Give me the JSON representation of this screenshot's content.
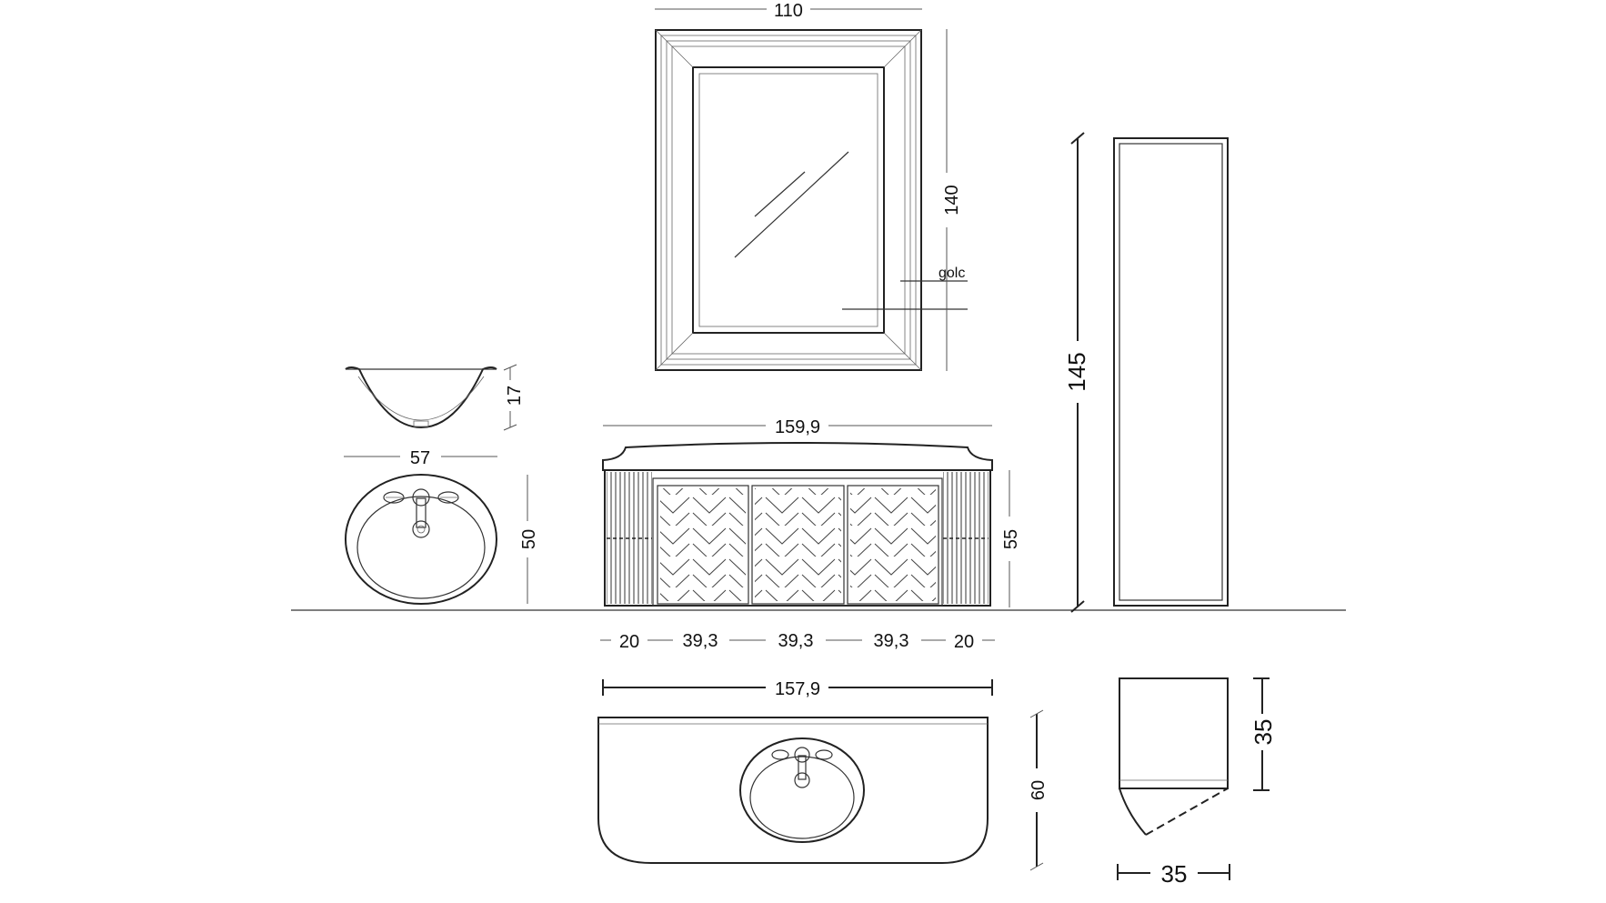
{
  "dimensions": {
    "mirror_width": "110",
    "mirror_height": "140",
    "mirror_note": "golc",
    "column_height": "145",
    "basin_depth": "17",
    "basin_width": "57",
    "basin_length": "50",
    "vanity_top_width": "159,9",
    "vanity_height": "55",
    "segment_side_left": "20",
    "segment_door_1": "39,3",
    "segment_door_2": "39,3",
    "segment_door_3": "39,3",
    "segment_side_right": "20",
    "vanity_body_width": "157,9",
    "top_depth": "60",
    "column_depth": "35",
    "column_width": "35"
  },
  "views": [
    "mirror-front",
    "tall-column-front",
    "basin-section",
    "basin-plan",
    "vanity-front",
    "vanity-plan",
    "column-plan"
  ]
}
